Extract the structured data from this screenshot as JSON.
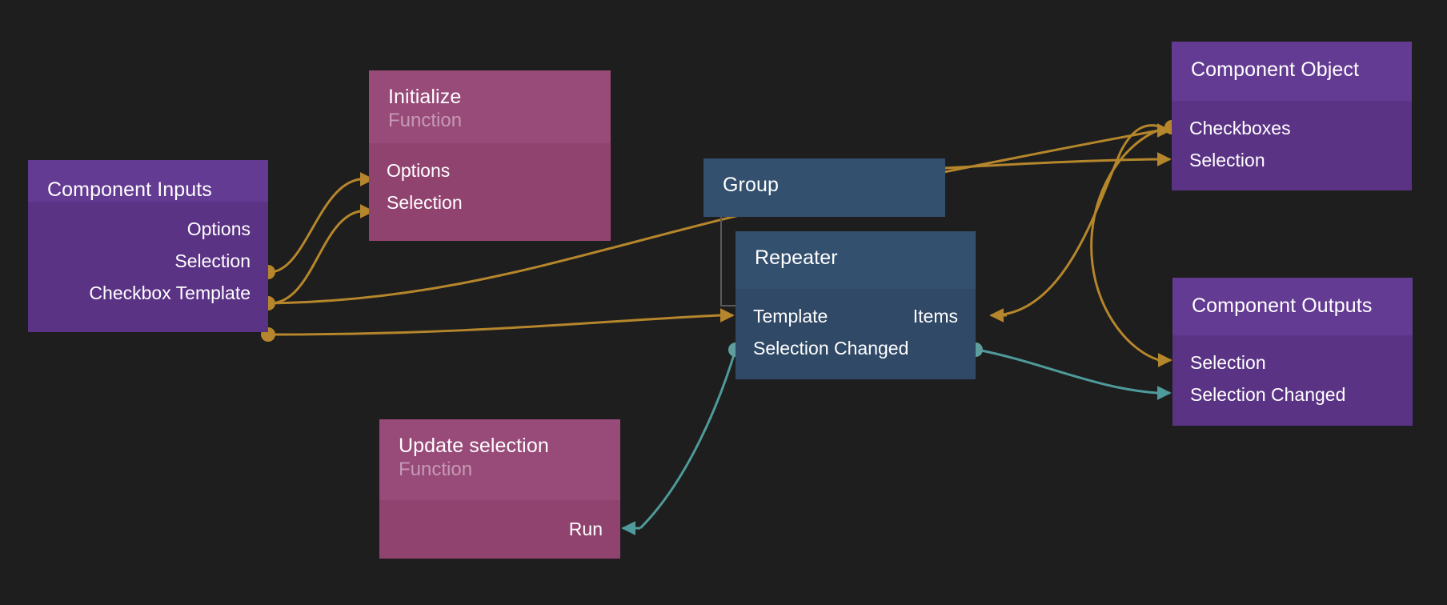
{
  "canvas": {
    "background": "#1e1e1e",
    "title": "Node graph editor canvas"
  },
  "colors": {
    "background": "#1e1e1e",
    "purple_header": "#643b93",
    "purple_body": "#5b3385",
    "magenta_header": "#984a79",
    "magenta_body": "#91436f",
    "blue_header": "#34506f",
    "blue_body": "#2f4967",
    "edge_data": "#b5862b",
    "edge_event": "#4f9a9a",
    "label_text": "#ffffff",
    "subtitle_text": "#d4b4c8",
    "bracket": "#5a5a5a"
  },
  "nodes": [
    {
      "id": "component-inputs",
      "title": "Component Inputs",
      "subtitle": "",
      "kind": "purple",
      "ports": [
        {
          "name": "Options",
          "side": "right",
          "glyph": "circle",
          "color": "#b5862b"
        },
        {
          "name": "Selection",
          "side": "right",
          "glyph": "circle",
          "color": "#b5862b"
        },
        {
          "name": "Checkbox Template",
          "side": "right",
          "glyph": "circle",
          "color": "#b5862b"
        }
      ]
    },
    {
      "id": "initialize",
      "title": "Initialize",
      "subtitle": "Function",
      "kind": "magenta",
      "ports": [
        {
          "name": "Options",
          "side": "left",
          "glyph": "arrow",
          "color": "#b5862b"
        },
        {
          "name": "Selection",
          "side": "left",
          "glyph": "arrow",
          "color": "#b5862b"
        }
      ]
    },
    {
      "id": "group",
      "title": "Group",
      "subtitle": "",
      "kind": "blue",
      "ports": []
    },
    {
      "id": "repeater",
      "title": "Repeater",
      "subtitle": "",
      "kind": "blue",
      "ports": [
        {
          "name": "Template",
          "side": "left",
          "glyph": "arrow",
          "color": "#b5862b"
        },
        {
          "name": "Items",
          "side": "right",
          "glyph": "arrow-in",
          "color": "#b5862b"
        },
        {
          "name": "Selection Changed",
          "side": "left",
          "glyph": "circle",
          "color": "#4f9a9a"
        },
        {
          "name": "",
          "side": "right",
          "glyph": "circle",
          "color": "#4f9a9a"
        }
      ]
    },
    {
      "id": "component-object",
      "title": "Component Object",
      "subtitle": "",
      "kind": "purple",
      "ports": [
        {
          "name": "Checkboxes",
          "side": "left",
          "glyph": "circle",
          "color": "#b5862b"
        },
        {
          "name": "Selection",
          "side": "left",
          "glyph": "arrow",
          "color": "#b5862b"
        }
      ]
    },
    {
      "id": "component-outputs",
      "title": "Component Outputs",
      "subtitle": "",
      "kind": "purple",
      "ports": [
        {
          "name": "Selection",
          "side": "left",
          "glyph": "arrow",
          "color": "#b5862b"
        },
        {
          "name": "Selection Changed",
          "side": "left",
          "glyph": "arrow",
          "color": "#4f9a9a"
        }
      ]
    },
    {
      "id": "update-selection",
      "title": "Update selection",
      "subtitle": "Function",
      "kind": "magenta",
      "ports": [
        {
          "name": "Run",
          "side": "right",
          "glyph": "arrow-in",
          "color": "#4f9a9a"
        }
      ]
    }
  ],
  "labels": {
    "component_inputs_title": "Component Inputs",
    "component_inputs_options": "Options",
    "component_inputs_selection": "Selection",
    "component_inputs_checkbox_template": "Checkbox Template",
    "initialize_title": "Initialize",
    "initialize_subtitle": "Function",
    "initialize_options": "Options",
    "initialize_selection": "Selection",
    "group_title": "Group",
    "repeater_title": "Repeater",
    "repeater_template": "Template",
    "repeater_items": "Items",
    "repeater_selection_changed": "Selection Changed",
    "component_object_title": "Component Object",
    "component_object_checkboxes": "Checkboxes",
    "component_object_selection": "Selection",
    "component_outputs_title": "Component Outputs",
    "component_outputs_selection": "Selection",
    "component_outputs_selection_changed": "Selection Changed",
    "update_selection_title": "Update selection",
    "update_selection_subtitle": "Function",
    "update_selection_run": "Run"
  },
  "edges": [
    {
      "from": "component-inputs.Options",
      "to": "initialize.Options",
      "color": "#b5862b"
    },
    {
      "from": "component-inputs.Selection",
      "to": "initialize.Selection",
      "color": "#b5862b"
    },
    {
      "from": "component-inputs.Selection",
      "to": "repeater.Items",
      "color": "#b5862b"
    },
    {
      "from": "component-inputs.Checkbox Template",
      "to": "repeater.Template",
      "color": "#b5862b"
    },
    {
      "from": "group",
      "to": "component-object.Selection",
      "color": "#b5862b"
    },
    {
      "from": "repeater.Items",
      "to": "component-object.Checkboxes",
      "color": "#b5862b"
    },
    {
      "from": "repeater.Items",
      "to": "component-outputs.Selection",
      "color": "#b5862b"
    },
    {
      "from": "repeater.SelectionChangedOut",
      "to": "component-outputs.Selection Changed",
      "color": "#4f9a9a"
    },
    {
      "from": "repeater.Selection Changed",
      "to": "update-selection.Run",
      "color": "#4f9a9a"
    }
  ]
}
